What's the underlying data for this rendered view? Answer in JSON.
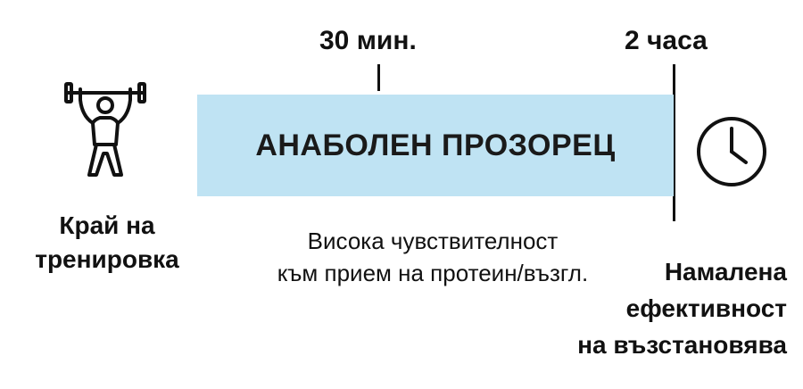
{
  "markers": {
    "start_label": "30 мин.",
    "end_label": "2 часа"
  },
  "window": {
    "label": "АНАБОЛЕН ПРОЗОРЕЦ",
    "color": "#bfe3f3"
  },
  "workout_end": {
    "icon": "weightlifter-icon",
    "line1": "Край на",
    "line2": "тренировка"
  },
  "sensitivity_note": {
    "line1": "Висока чувствителност",
    "line2": "към прием на протеин/възгл."
  },
  "reduced_recovery": {
    "icon": "clock-icon",
    "line1": "Намалена",
    "line2": "ефективност",
    "line3": "на възстановява"
  }
}
